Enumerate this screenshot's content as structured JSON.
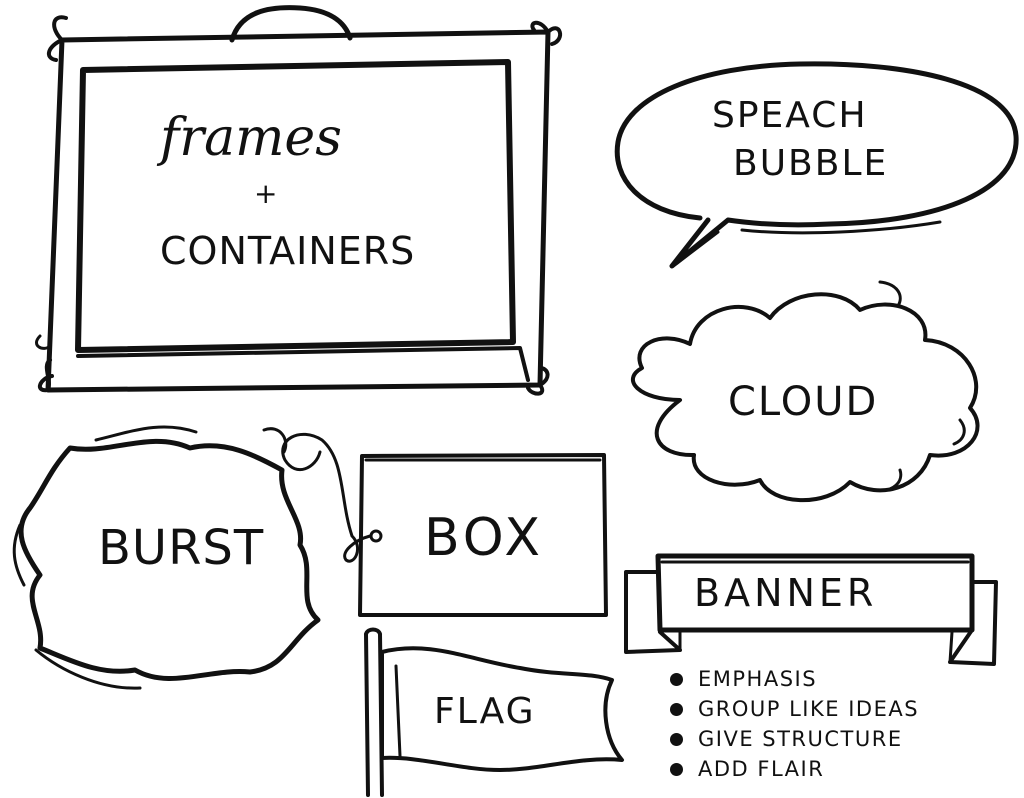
{
  "frame": {
    "line1": "frames",
    "plus": "+",
    "line2": "CONTAINERS"
  },
  "speech_bubble": {
    "line1": "SPEACH",
    "line2": "BUBBLE"
  },
  "cloud": {
    "label": "CLOUD"
  },
  "burst": {
    "label": "BURST"
  },
  "box": {
    "label": "BOX"
  },
  "flag": {
    "label": "FLAG"
  },
  "banner": {
    "label": "BANNER",
    "bullets": [
      "EMPHASIS",
      "GROUP LIKE IDEAS",
      "GIVE STRUCTURE",
      "ADD FLAIR"
    ]
  }
}
